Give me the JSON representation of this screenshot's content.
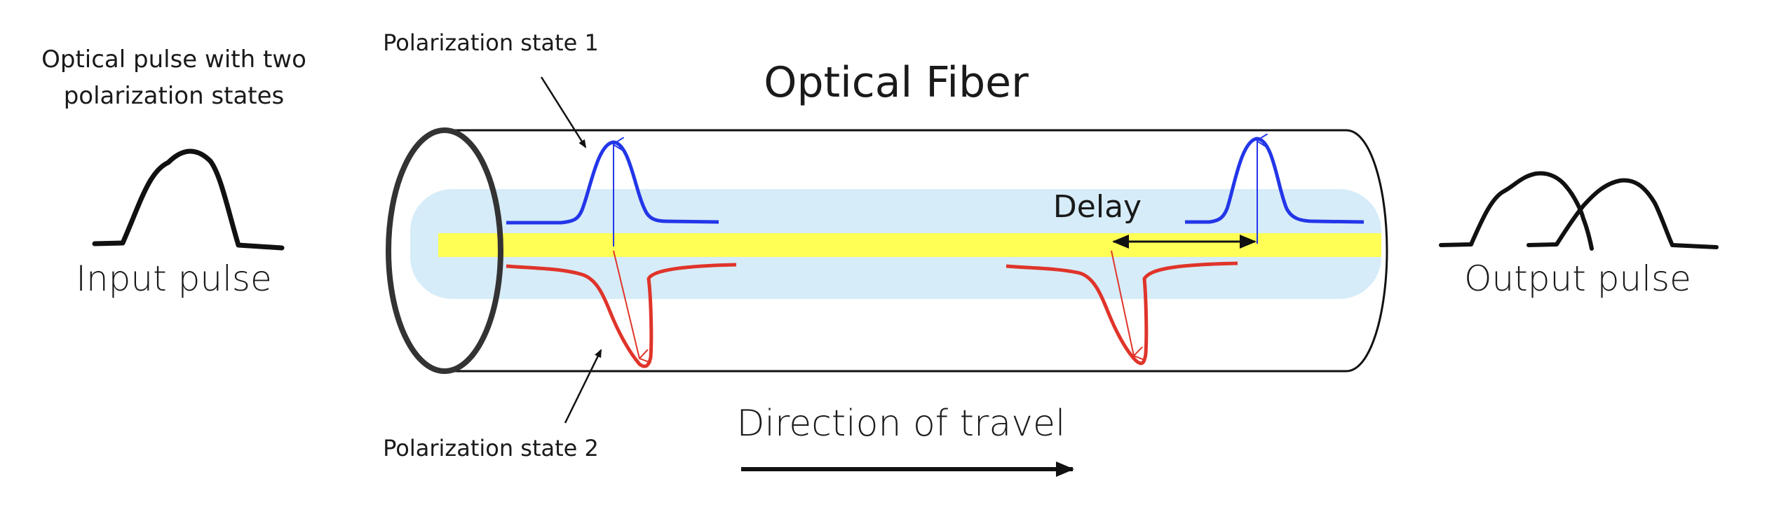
{
  "labels": {
    "input_title_line1": "Optical pulse with two",
    "input_title_line2": "polarization states",
    "fiber_title": "Optical Fiber",
    "polarization_state_1": "Polarization state 1",
    "polarization_state_2": "Polarization state 2",
    "delay": "Delay",
    "input_pulse": "Input pulse",
    "output_pulse": "Output pulse",
    "direction": "Direction of travel"
  },
  "colors": {
    "core_highlight": "#ffff55",
    "cladding": "#d6ecf8",
    "state1_pulse": "#2336e8",
    "state2_pulse": "#e0342a",
    "outline": "#111111"
  },
  "icons": {
    "input_pulse": "single-gaussian-pulse-icon",
    "output_pulse": "double-overlapping-pulse-icon",
    "direction": "right-arrow-icon"
  }
}
